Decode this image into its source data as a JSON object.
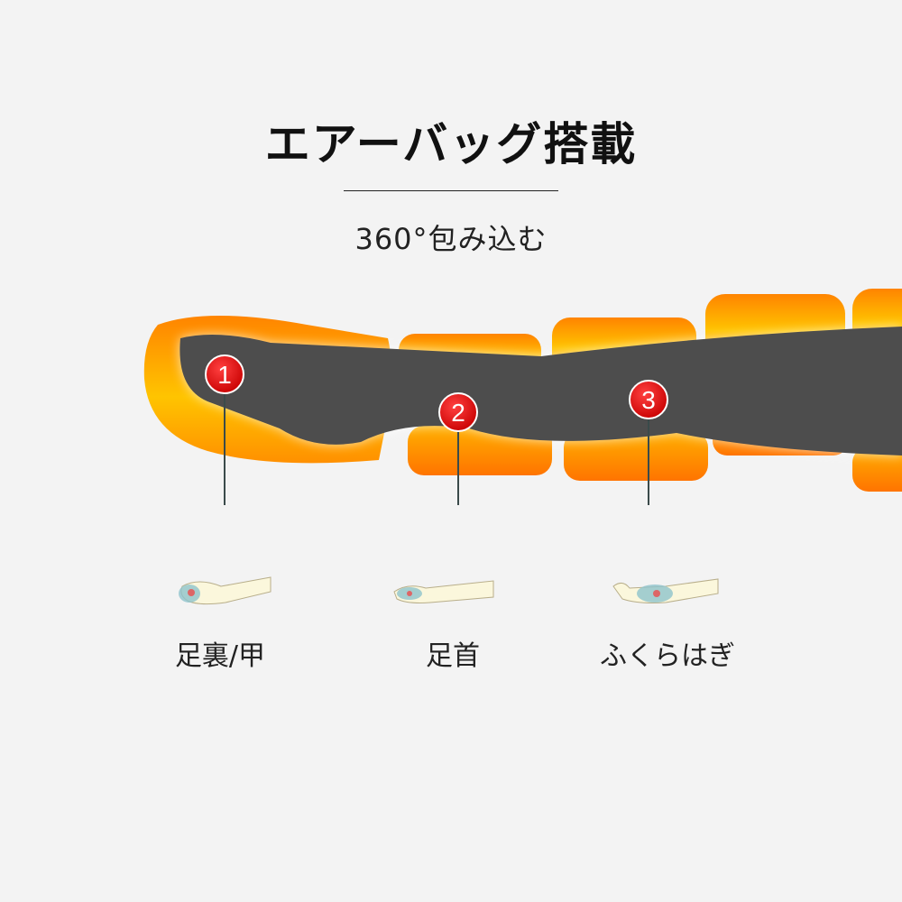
{
  "title": "エアーバッグ搭載",
  "subtitle": "360°包み込む",
  "points": [
    {
      "number": "1",
      "label": "足裏/甲"
    },
    {
      "number": "2",
      "label": "足首"
    },
    {
      "number": "3",
      "label": "ふくらはぎ"
    }
  ],
  "colors": {
    "background": "#f3f3f3",
    "airbag_orange": "#ff8a00",
    "airbag_yellow": "#ffd000",
    "leg": "#4d4d4d",
    "marker_red": "#e00000"
  }
}
